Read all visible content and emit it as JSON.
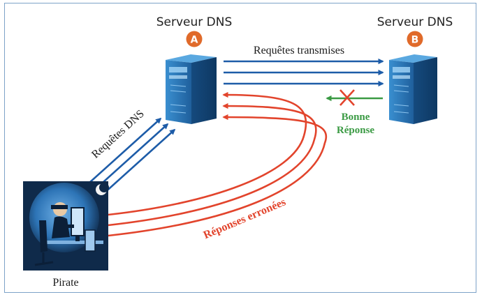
{
  "server_a": {
    "title": "Serveur DNS",
    "badge": "A"
  },
  "server_b": {
    "title": "Serveur DNS",
    "badge": "B"
  },
  "labels": {
    "forwarded_requests": "Requêtes transmises",
    "dns_requests": "Requêtes DNS",
    "wrong_responses": "Réponses erronées",
    "good_response_line1": "Bonne",
    "good_response_line2": "Réponse",
    "attacker": "Pirate"
  },
  "colors": {
    "request_arrow": "#1d5ca8",
    "wrong_response_arrow": "#e2442c",
    "good_response": "#3a9a43",
    "badge": "#e06a2a",
    "server_body": "#2c79b8",
    "frame_border": "#7da2c8",
    "attacker_bg": "#0f2a4a"
  },
  "icons": {
    "server": "server-tower-icon",
    "cross": "blocked-x-icon",
    "attacker": "hacker-at-computer-icon",
    "moon": "crescent-moon-icon"
  }
}
